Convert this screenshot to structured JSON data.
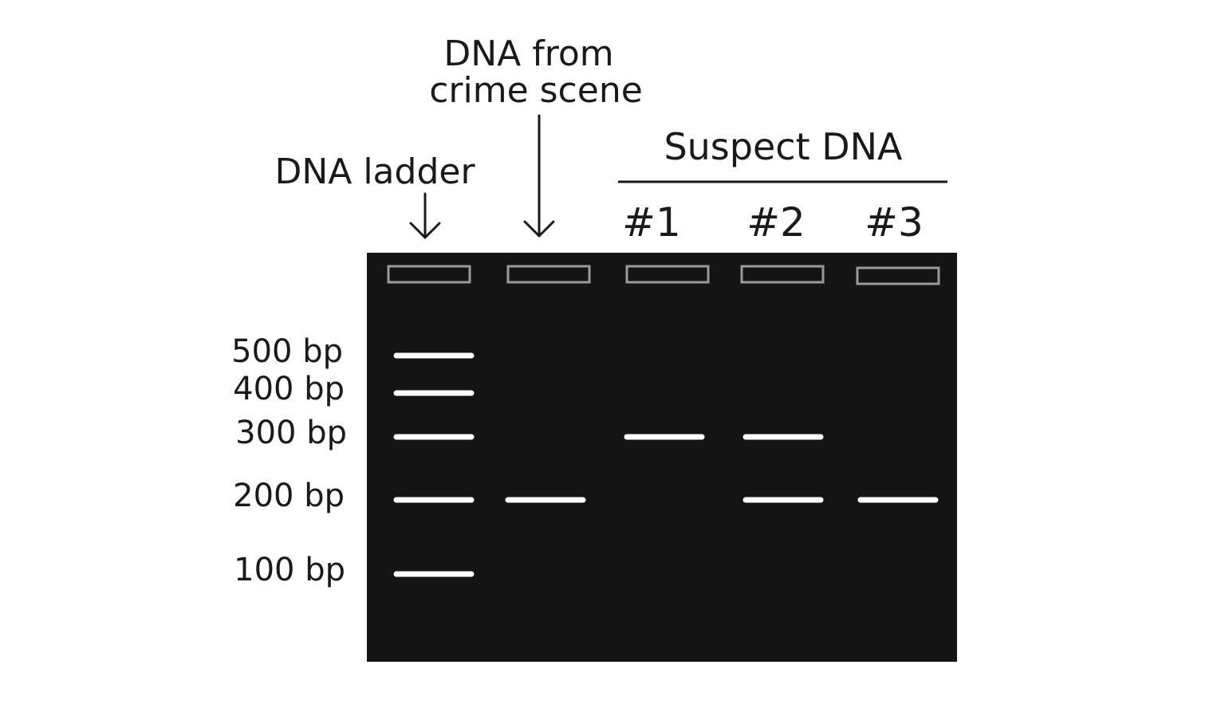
{
  "labels": {
    "crime_scene_line1": "DNA from",
    "crime_scene_line2": "crime scene",
    "ladder": "DNA ladder",
    "suspect_header": "Suspect DNA",
    "suspect_1": "#1",
    "suspect_2": "#2",
    "suspect_3": "#3"
  },
  "ladder_sizes": [
    {
      "bp": 500,
      "label": "500 bp"
    },
    {
      "bp": 400,
      "label": "400 bp"
    },
    {
      "bp": 300,
      "label": "300 bp"
    },
    {
      "bp": 200,
      "label": "200 bp"
    },
    {
      "bp": 100,
      "label": "100 bp"
    }
  ],
  "lanes": [
    {
      "id": "ladder",
      "bands_bp": [
        500,
        400,
        300,
        200,
        100
      ]
    },
    {
      "id": "crime-scene",
      "bands_bp": [
        200
      ]
    },
    {
      "id": "suspect-1",
      "bands_bp": [
        300
      ]
    },
    {
      "id": "suspect-2",
      "bands_bp": [
        300,
        200
      ]
    },
    {
      "id": "suspect-3",
      "bands_bp": [
        200
      ]
    }
  ],
  "colors": {
    "gel": "#141414",
    "band": "#ffffff",
    "well": "#9a9a9a",
    "ink": "#1a1a1a",
    "background": "#ffffff"
  }
}
